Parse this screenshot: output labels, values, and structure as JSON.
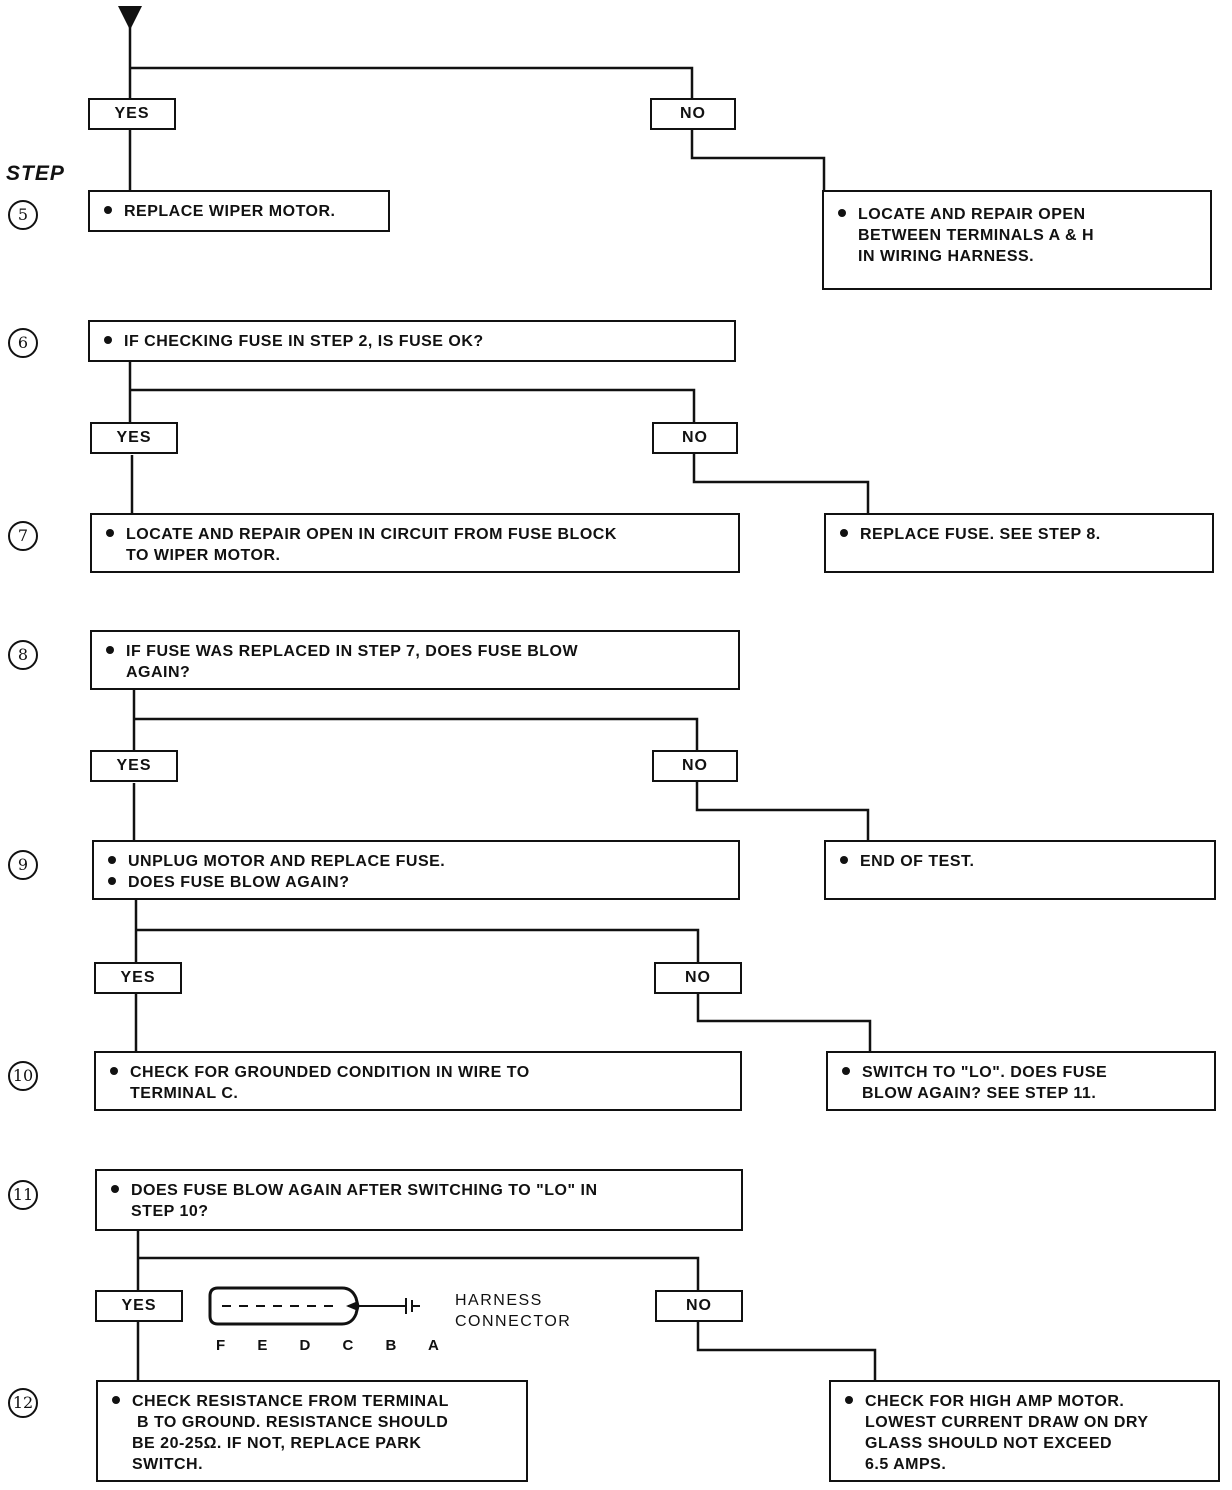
{
  "step_label": "STEP",
  "labels": {
    "yes": "YES",
    "no": "NO"
  },
  "steps": [
    {
      "num": "5"
    },
    {
      "num": "6"
    },
    {
      "num": "7"
    },
    {
      "num": "8"
    },
    {
      "num": "9"
    },
    {
      "num": "10"
    },
    {
      "num": "11"
    },
    {
      "num": "12"
    }
  ],
  "boxes": {
    "s5_yes": [
      "REPLACE WIPER MOTOR."
    ],
    "s5_no": [
      "LOCATE AND REPAIR OPEN",
      "BETWEEN TERMINALS  A & H",
      "IN WIRING HARNESS."
    ],
    "s6_q": [
      "IF CHECKING FUSE IN STEP 2, IS FUSE OK?"
    ],
    "s7_yes": [
      "LOCATE AND REPAIR OPEN IN CIRCUIT FROM FUSE BLOCK",
      "TO WIPER MOTOR."
    ],
    "s7_no": [
      "REPLACE FUSE. SEE STEP 8."
    ],
    "s8_q": [
      "IF FUSE WAS REPLACED IN STEP 7, DOES FUSE BLOW",
      "AGAIN?"
    ],
    "s9_yes_1": "UNPLUG MOTOR AND REPLACE FUSE.",
    "s9_yes_2": "DOES FUSE BLOW AGAIN?",
    "s9_no": [
      "END OF TEST."
    ],
    "s10_yes": [
      "CHECK FOR GROUNDED CONDITION IN WIRE TO",
      "TERMINAL  C."
    ],
    "s10_no": [
      "SWITCH TO \"LO\". DOES FUSE",
      "BLOW AGAIN? SEE STEP 11."
    ],
    "s11_q": [
      "DOES FUSE BLOW AGAIN AFTER SWITCHING TO \"LO\" IN",
      "STEP 10?"
    ],
    "s12_yes": [
      "CHECK RESISTANCE FROM TERMINAL",
      " B  TO GROUND. RESISTANCE SHOULD",
      "BE 20-25Ω. IF NOT, REPLACE PARK",
      "SWITCH."
    ],
    "s12_no": [
      "CHECK FOR HIGH AMP MOTOR.",
      "LOWEST CURRENT DRAW ON DRY",
      "GLASS SHOULD NOT EXCEED",
      "6.5 AMPS."
    ]
  },
  "connector": {
    "label_line1": "HARNESS",
    "label_line2": "CONNECTOR",
    "pins": "F E D C B A"
  }
}
